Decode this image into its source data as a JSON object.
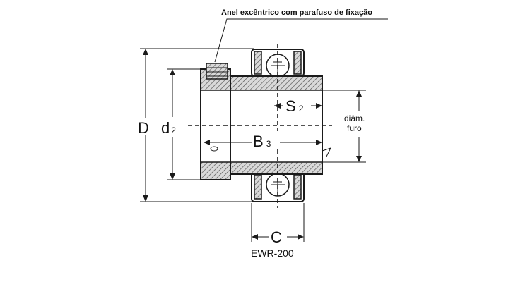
{
  "callout": {
    "text": "Anel excêntrico com parafuso de fixação"
  },
  "dimensions": {
    "D": "D",
    "d": "d",
    "d_sub": "2",
    "S": "S",
    "S_sub": "2",
    "B": "B",
    "B_sub": "3",
    "C": "C"
  },
  "bore_label": {
    "line1": "diâm.",
    "line2": "furo"
  },
  "model": {
    "name": "EWR-200"
  },
  "colors": {
    "hatch": "#8a8a8a",
    "line": "#1a1a1a"
  }
}
